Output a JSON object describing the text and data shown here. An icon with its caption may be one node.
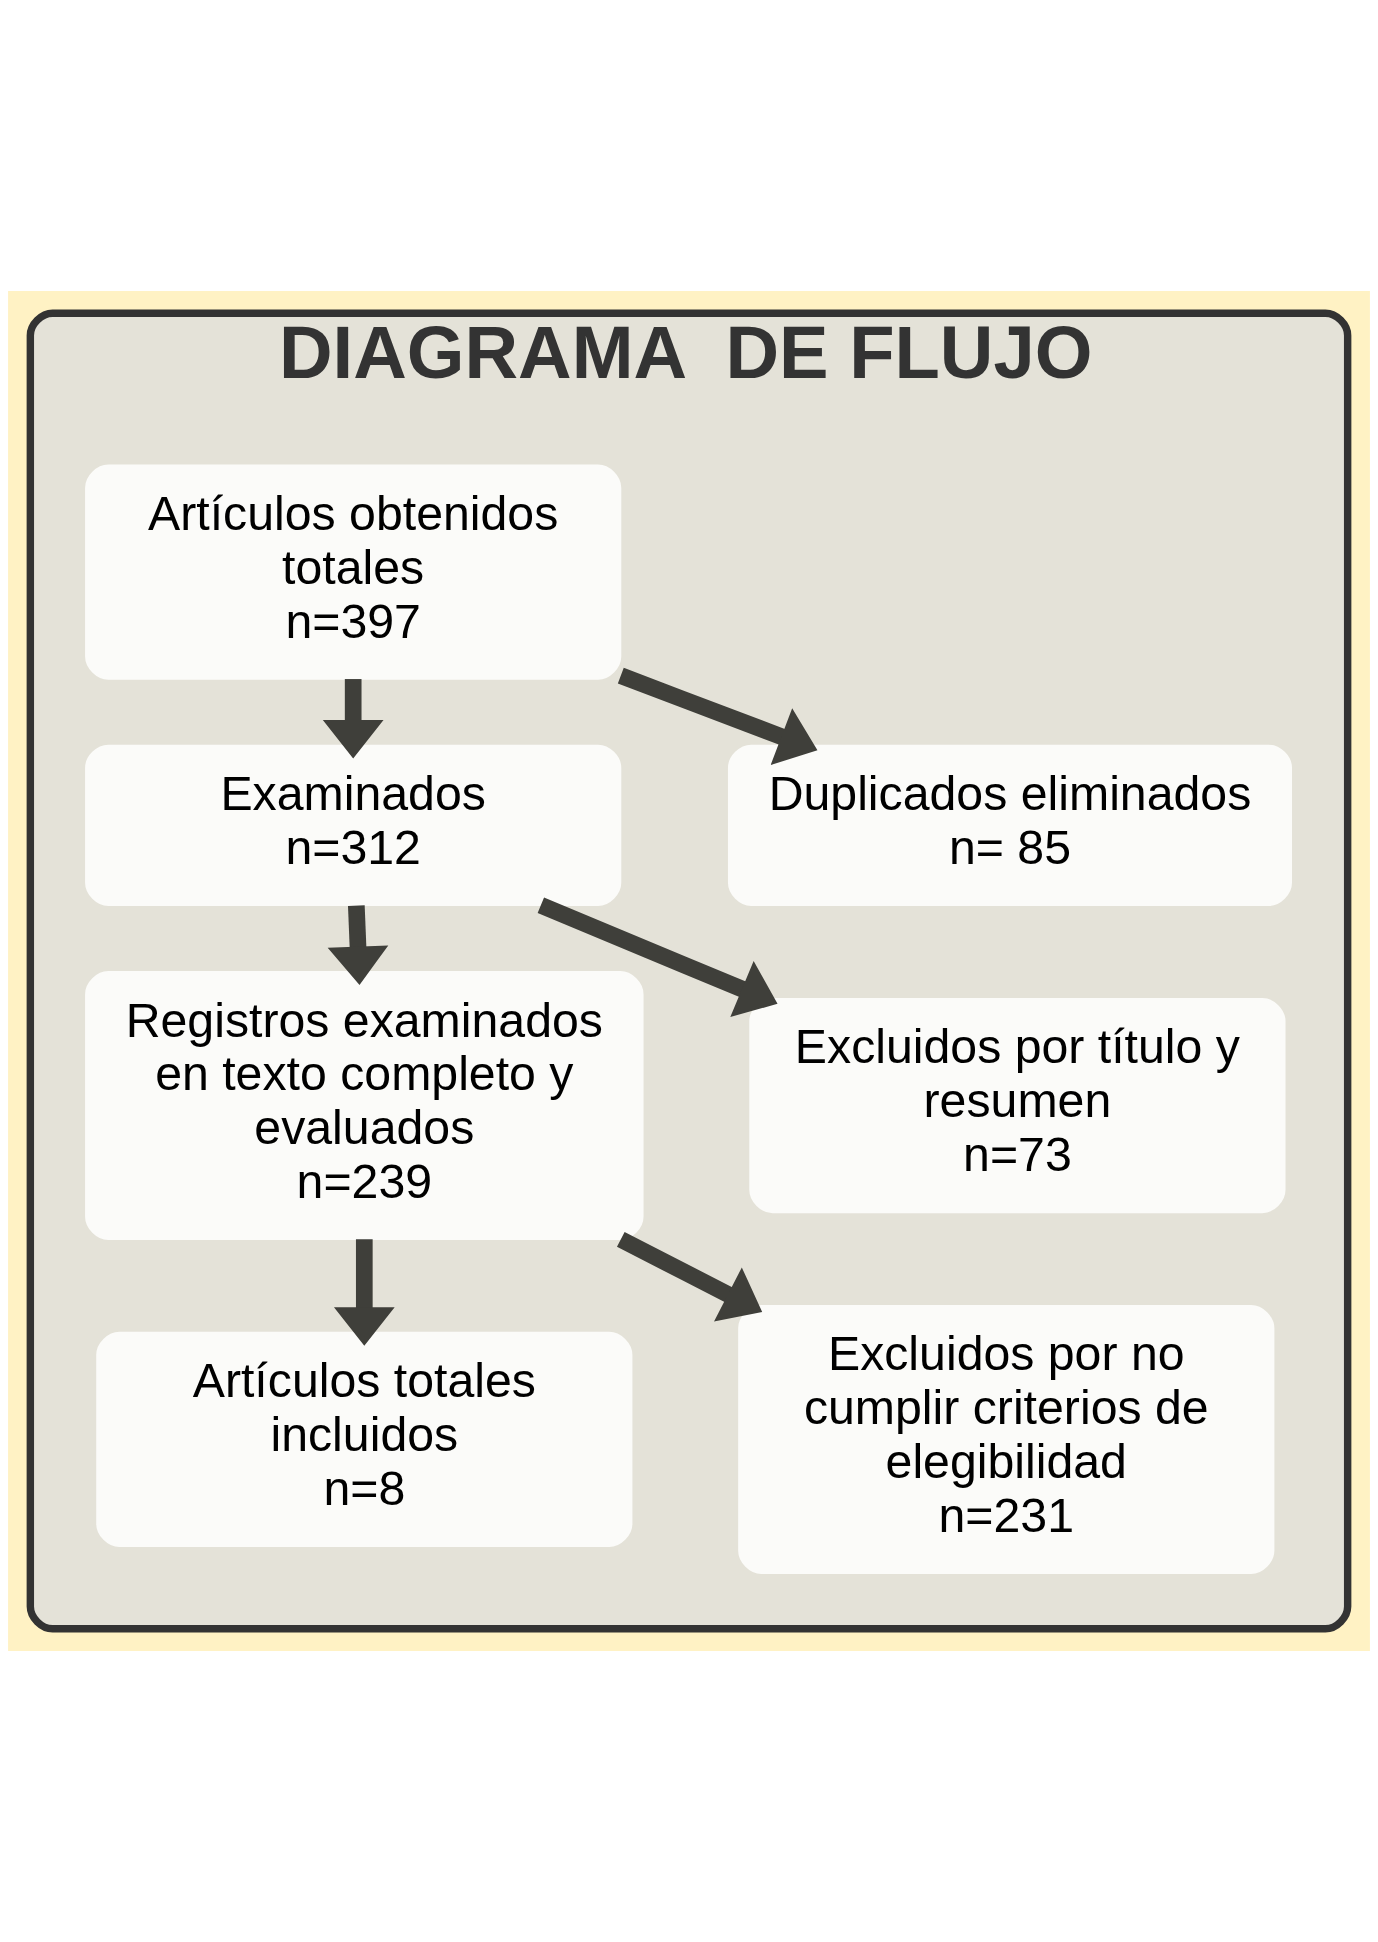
{
  "diagram": {
    "nodes": [
      {
        "text": [
          "DIAGRAMA  DE FLUJO"
        ]
      },
      {
        "text": [
          "Artículos obtenidos totales",
          "n=397"
        ],
        "in": 0
      },
      {
        "text": [
          "Duplicados eliminados",
          "n= 85"
        ],
        "in": 0
      },
      {
        "text": [
          "Examinados",
          "n=312"
        ],
        "in": 0
      },
      {
        "text": [
          "Excluidos por título y resumen",
          "n=73"
        ],
        "in": 0
      },
      {
        "text": [
          "Registros examinados en texto completo y evaluados",
          "n=239"
        ],
        "in": 0
      },
      {
        "text": [
          "Excluidos por no cumplir criterios de elegibilidad",
          "n=231"
        ],
        "in": 0
      },
      {
        "text": [
          "Artículos totales incluidos",
          "n=8"
        ],
        "in": 0
      }
    ],
    "edges": [
      {
        "from": 1,
        "to": 3,
        "arrow": "to"
      },
      {
        "from": 1,
        "to": 2,
        "arrow": "to"
      },
      {
        "from": 3,
        "to": 5,
        "arrow": "to"
      },
      {
        "from": 3,
        "to": 4,
        "arrow": "to"
      },
      {
        "from": 5,
        "to": 7,
        "arrow": "to"
      },
      {
        "from": 5,
        "to": 6,
        "arrow": "to"
      }
    ]
  }
}
